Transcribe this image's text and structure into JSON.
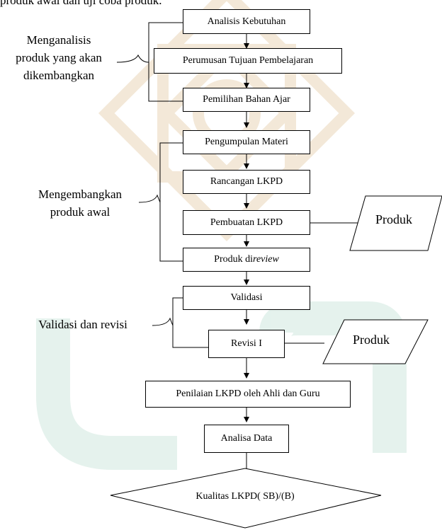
{
  "header": {
    "text": "produk awal dan uji coba produk."
  },
  "steps": [
    {
      "id": "analisis",
      "label": "Analisis Kebutuhan"
    },
    {
      "id": "perumusan",
      "label": "Perumusan Tujuan Pembelajaran"
    },
    {
      "id": "pemilihan",
      "label": "Pemilihan Bahan Ajar"
    },
    {
      "id": "pengumpulan",
      "label": "Pengumpulan Materi"
    },
    {
      "id": "rancangan",
      "label": "Rancangan LKPD"
    },
    {
      "id": "pembuatan",
      "label": "Pembuatan LKPD"
    },
    {
      "id": "review",
      "label_prefix": "Produk di",
      "label_italic": "review"
    },
    {
      "id": "validasi",
      "label": "Validasi"
    },
    {
      "id": "revisi",
      "label": "Revisi I"
    },
    {
      "id": "penilaian",
      "label": "Penilaian LKPD  oleh Ahli dan Guru"
    },
    {
      "id": "analisa",
      "label": "Analisa Data"
    }
  ],
  "decision": {
    "label": "Kualitas LKPD( SB)/(B)"
  },
  "phases": {
    "menganalisis": [
      "Menganalisis",
      "produk yang akan",
      "dikembangkan"
    ],
    "mengembangkan": [
      "Mengembangkan",
      "produk awal"
    ],
    "validasi": [
      "Validasi dan revisi"
    ]
  },
  "outputs": [
    {
      "id": "produk1",
      "label": "Produk"
    },
    {
      "id": "produk2",
      "label": "Produk"
    }
  ],
  "colors": {
    "line": "#000000",
    "watermark": "#e9d7bd",
    "watermark_green": "#dbeae4"
  }
}
